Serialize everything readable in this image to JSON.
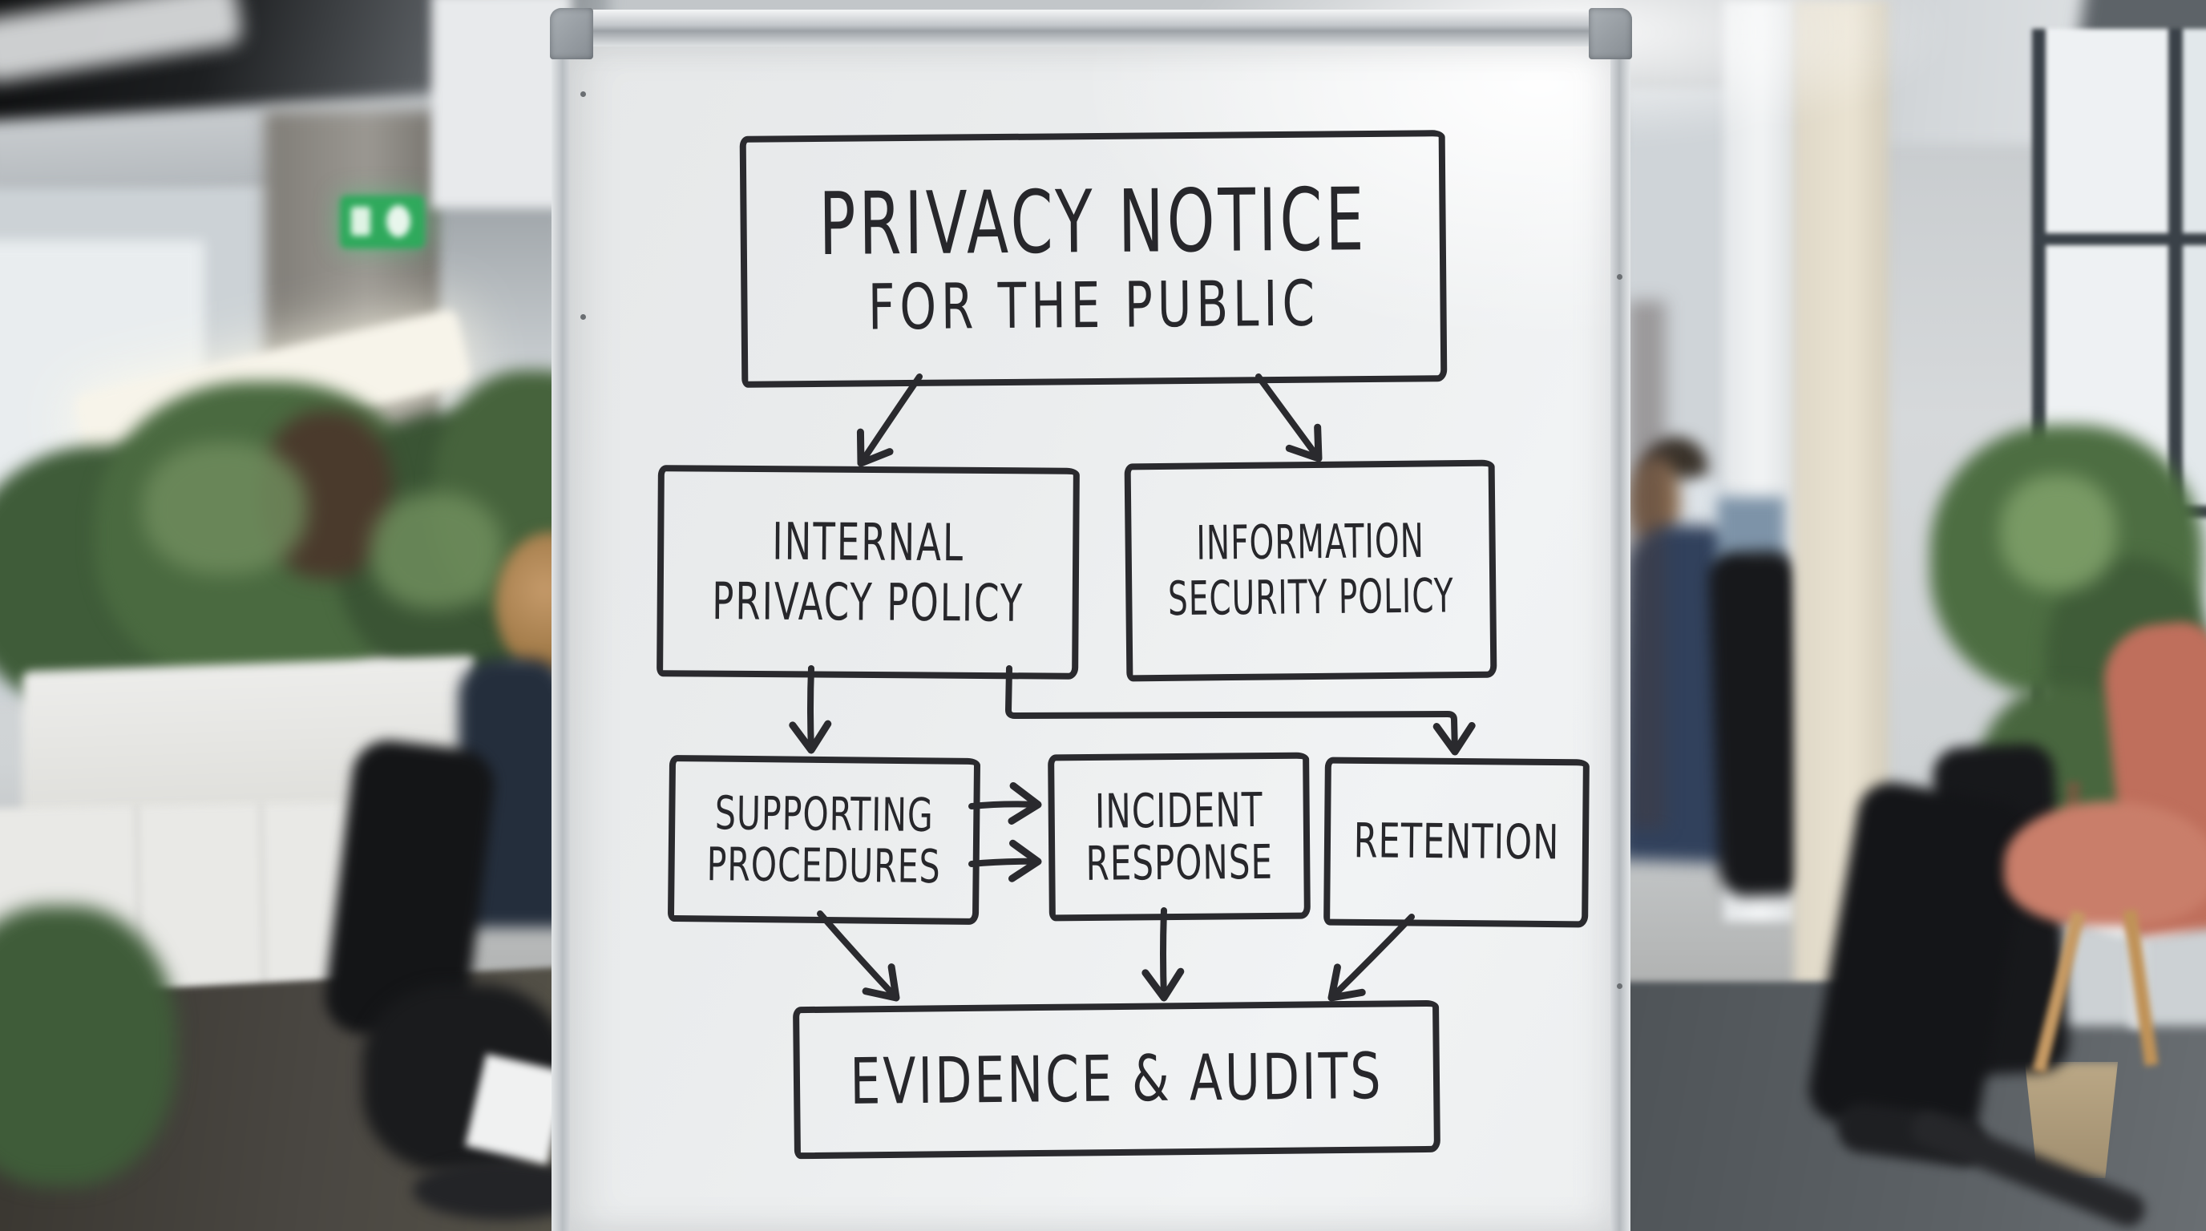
{
  "diagram": {
    "marker_color": "#2a2a2e",
    "nodes": [
      {
        "id": "privacy-notice",
        "lines": [
          "PRIVACY NOTICE",
          "FOR THE PUBLIC"
        ]
      },
      {
        "id": "internal-privacy-policy",
        "lines": [
          "INTERNAL",
          "PRIVACY POLICY"
        ]
      },
      {
        "id": "information-security-policy",
        "lines": [
          "INFORMATION",
          "SECURITY POLICY"
        ]
      },
      {
        "id": "supporting-procedures",
        "lines": [
          "SUPPORTING",
          "PROCEDURES"
        ]
      },
      {
        "id": "incident-response",
        "lines": [
          "INCIDENT",
          "RESPONSE"
        ]
      },
      {
        "id": "retention",
        "lines": [
          "RETENTION"
        ]
      },
      {
        "id": "evidence-audits",
        "lines": [
          "EVIDENCE & AUDITS"
        ]
      }
    ],
    "edges": [
      {
        "from": "privacy-notice",
        "to": "internal-privacy-policy",
        "style": "arrow"
      },
      {
        "from": "privacy-notice",
        "to": "information-security-policy",
        "style": "arrow"
      },
      {
        "from": "internal-privacy-policy",
        "to": "supporting-procedures",
        "style": "arrow"
      },
      {
        "from": "internal-privacy-policy",
        "to": "retention",
        "style": "elbow-arrow"
      },
      {
        "from": "supporting-procedures",
        "to": "incident-response",
        "style": "double-arrow"
      },
      {
        "from": "supporting-procedures",
        "to": "evidence-audits",
        "style": "arrow"
      },
      {
        "from": "incident-response",
        "to": "evidence-audits",
        "style": "arrow"
      },
      {
        "from": "retention",
        "to": "evidence-audits",
        "style": "arrow"
      }
    ]
  },
  "scene": {
    "colors": {
      "whiteboard_surface": "#ecedee",
      "whiteboard_frame": "#c7cbcf",
      "marker_ink": "#2a2a2e",
      "exit_sign_green": "#2fa95c",
      "plant_green": "#45603c",
      "armchair_salmon": "#c37664",
      "carpet_left": "#44413d",
      "carpet_right": "#585d62"
    }
  }
}
